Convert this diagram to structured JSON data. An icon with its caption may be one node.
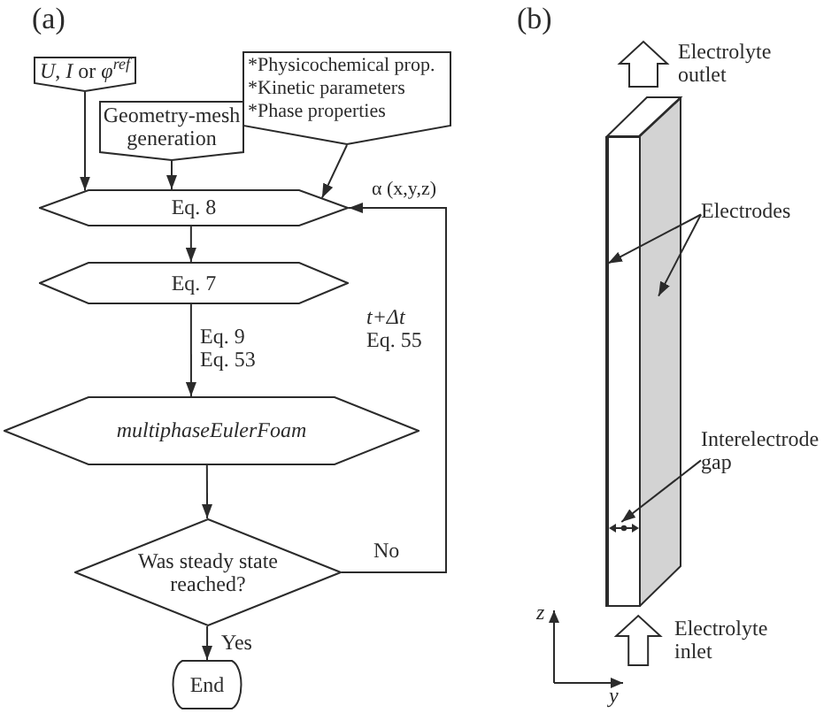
{
  "diagram": {
    "nodes": [
      {
        "text": [
          "*U*, *I* or *φ*$^{ref}$"
        ]
      },
      {
        "text": [
          "Geometry-mesh generation"
        ]
      },
      {
        "text": [
          "*Physicochemical prop.",
          "*Kinetic parameters",
          "*Phase properties"
        ]
      },
      {
        "text": [
          "Eq. 8"
        ]
      },
      {
        "text": [
          "Eq. 7"
        ]
      },
      {
        "text": [
          "multiphaseEulerFoam"
        ]
      },
      {
        "text": [
          "Was steady state reached?"
        ]
      },
      {
        "text": [
          "End"
        ]
      },
      {
        "text": [
          "Electrodes"
        ]
      },
      {
        "text": [],
        "shape": "bar"
      },
      {
        "text": [],
        "shape": "box"
      },
      {
        "text": [],
        "shape": "parallelogram"
      },
      {
        "text": [
          "Interelectrode gap"
        ]
      },
      {
        "text": [],
        "shape": "arrow",
        "in": 10
      }
    ],
    "edges": [
      {
        "from": 0,
        "to": 3,
        "arrow": "to"
      },
      {
        "from": 1,
        "to": 3,
        "arrow": "to"
      },
      {
        "from": 2,
        "to": 3,
        "arrow": "to"
      },
      {
        "from": 3,
        "to": 4,
        "arrow": "to"
      },
      {
        "from": 4,
        "to": 5,
        "arrow": "to",
        "label": "Eq. 9 Eq. 53"
      },
      {
        "from": 5,
        "to": 6,
        "arrow": "to"
      },
      {
        "from": 6,
        "to": 7,
        "arrow": "to",
        "label": "Yes"
      },
      {
        "from": 6,
        "to": 3,
        "arrow": "to",
        "label": "No"
      },
      {
        "from": 8,
        "to": 9,
        "arrow": "to"
      },
      {
        "from": 8,
        "to": 11,
        "arrow": "to"
      },
      {
        "from": 12,
        "to": 13,
        "arrow": "to"
      },
      {
        "from": null,
        "to": 10,
        "arrow": "to"
      }
    ],
    "labels": [
      "(a)",
      "(b)",
      "Electrolyte outlet",
      "α (x,y,z)",
      "t+Δt",
      "Eq. 55",
      "Electrolyte inlet",
      "z",
      "y"
    ]
  }
}
